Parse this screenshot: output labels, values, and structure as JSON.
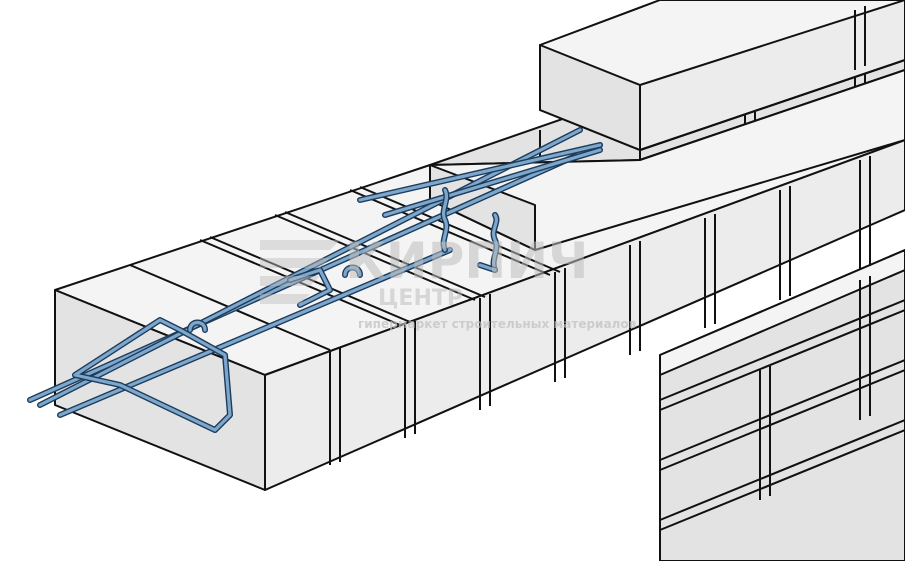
{
  "watermark": {
    "brand": "КИРПИЧ",
    "brand_line2": "ЦЕНТР",
    "tagline": "гипермаркет строительных материалов"
  },
  "colors": {
    "rebar_outline": "#1d3c5c",
    "rebar_fill": "#7ea7cc",
    "brick_top": "#f4f4f4",
    "brick_side": "#e3e3e3"
  }
}
